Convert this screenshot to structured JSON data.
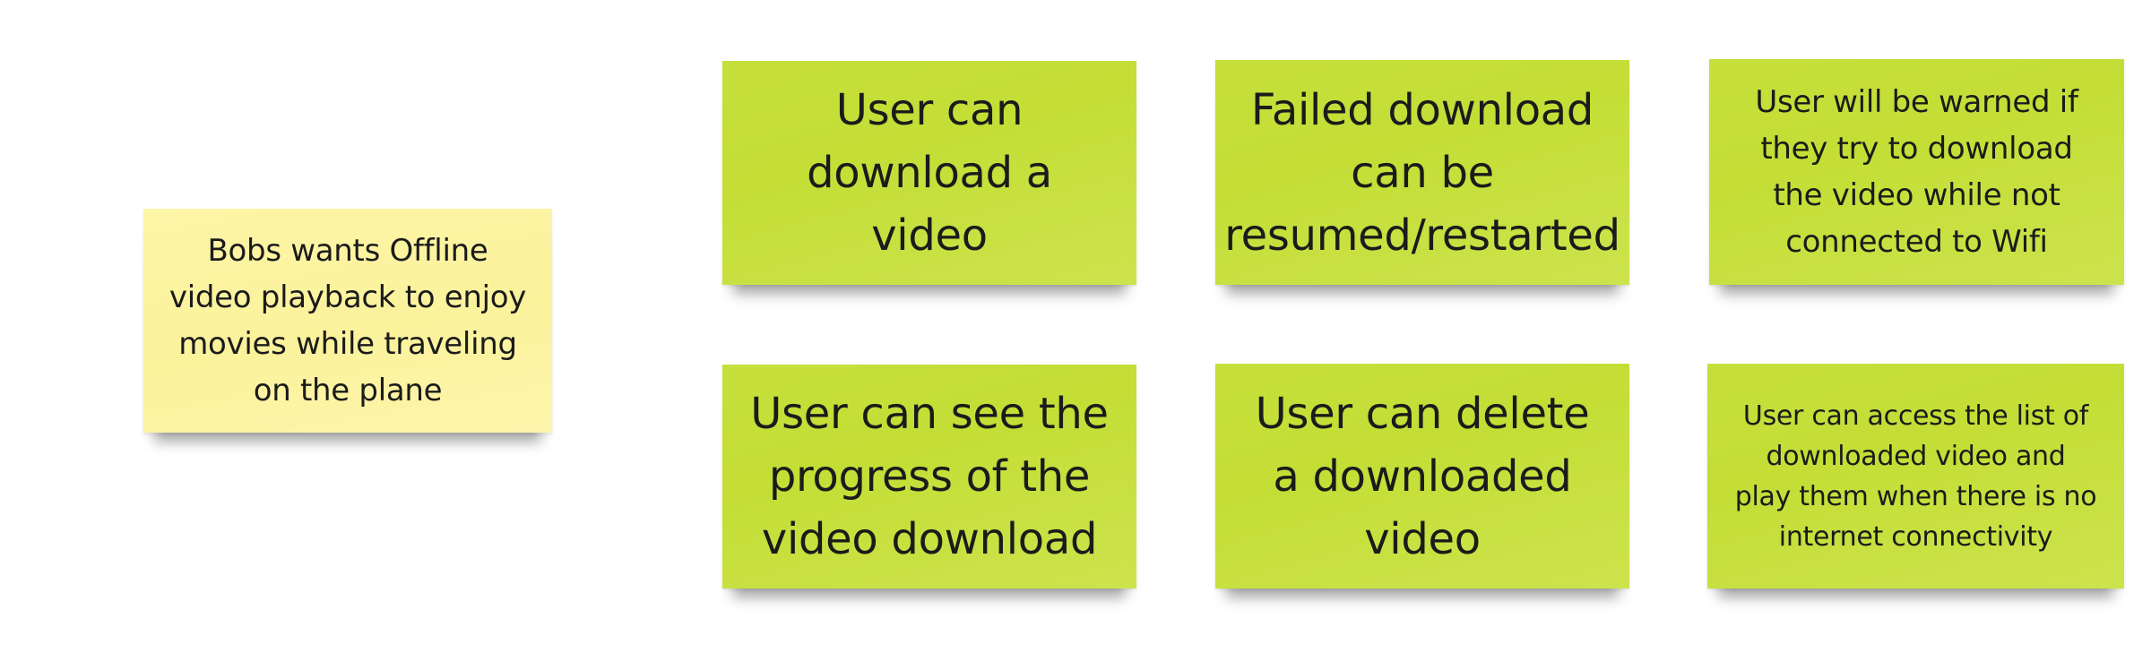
{
  "board": {
    "colors": {
      "background": "#ffffff",
      "persona_note": "#fbf29c",
      "story_note": "#c6df3b",
      "text": "#1b1b1b"
    },
    "persona_note": {
      "text": "Bobs wants Offline\nvideo playback to enjoy\nmovies while traveling\non the plane"
    },
    "story_notes": [
      {
        "text": "User can\ndownload a\nvideo"
      },
      {
        "text": "Failed download\ncan be\nresumed/restarted"
      },
      {
        "text": "User will be warned if\nthey try to download\nthe video while not\nconnected to Wifi"
      },
      {
        "text": "User can see the\nprogress of the\nvideo download"
      },
      {
        "text": "User can delete\na downloaded\nvideo"
      },
      {
        "text": "User can access the list of\ndownloaded video and\nplay them when there is no\ninternet connectivity"
      }
    ]
  }
}
